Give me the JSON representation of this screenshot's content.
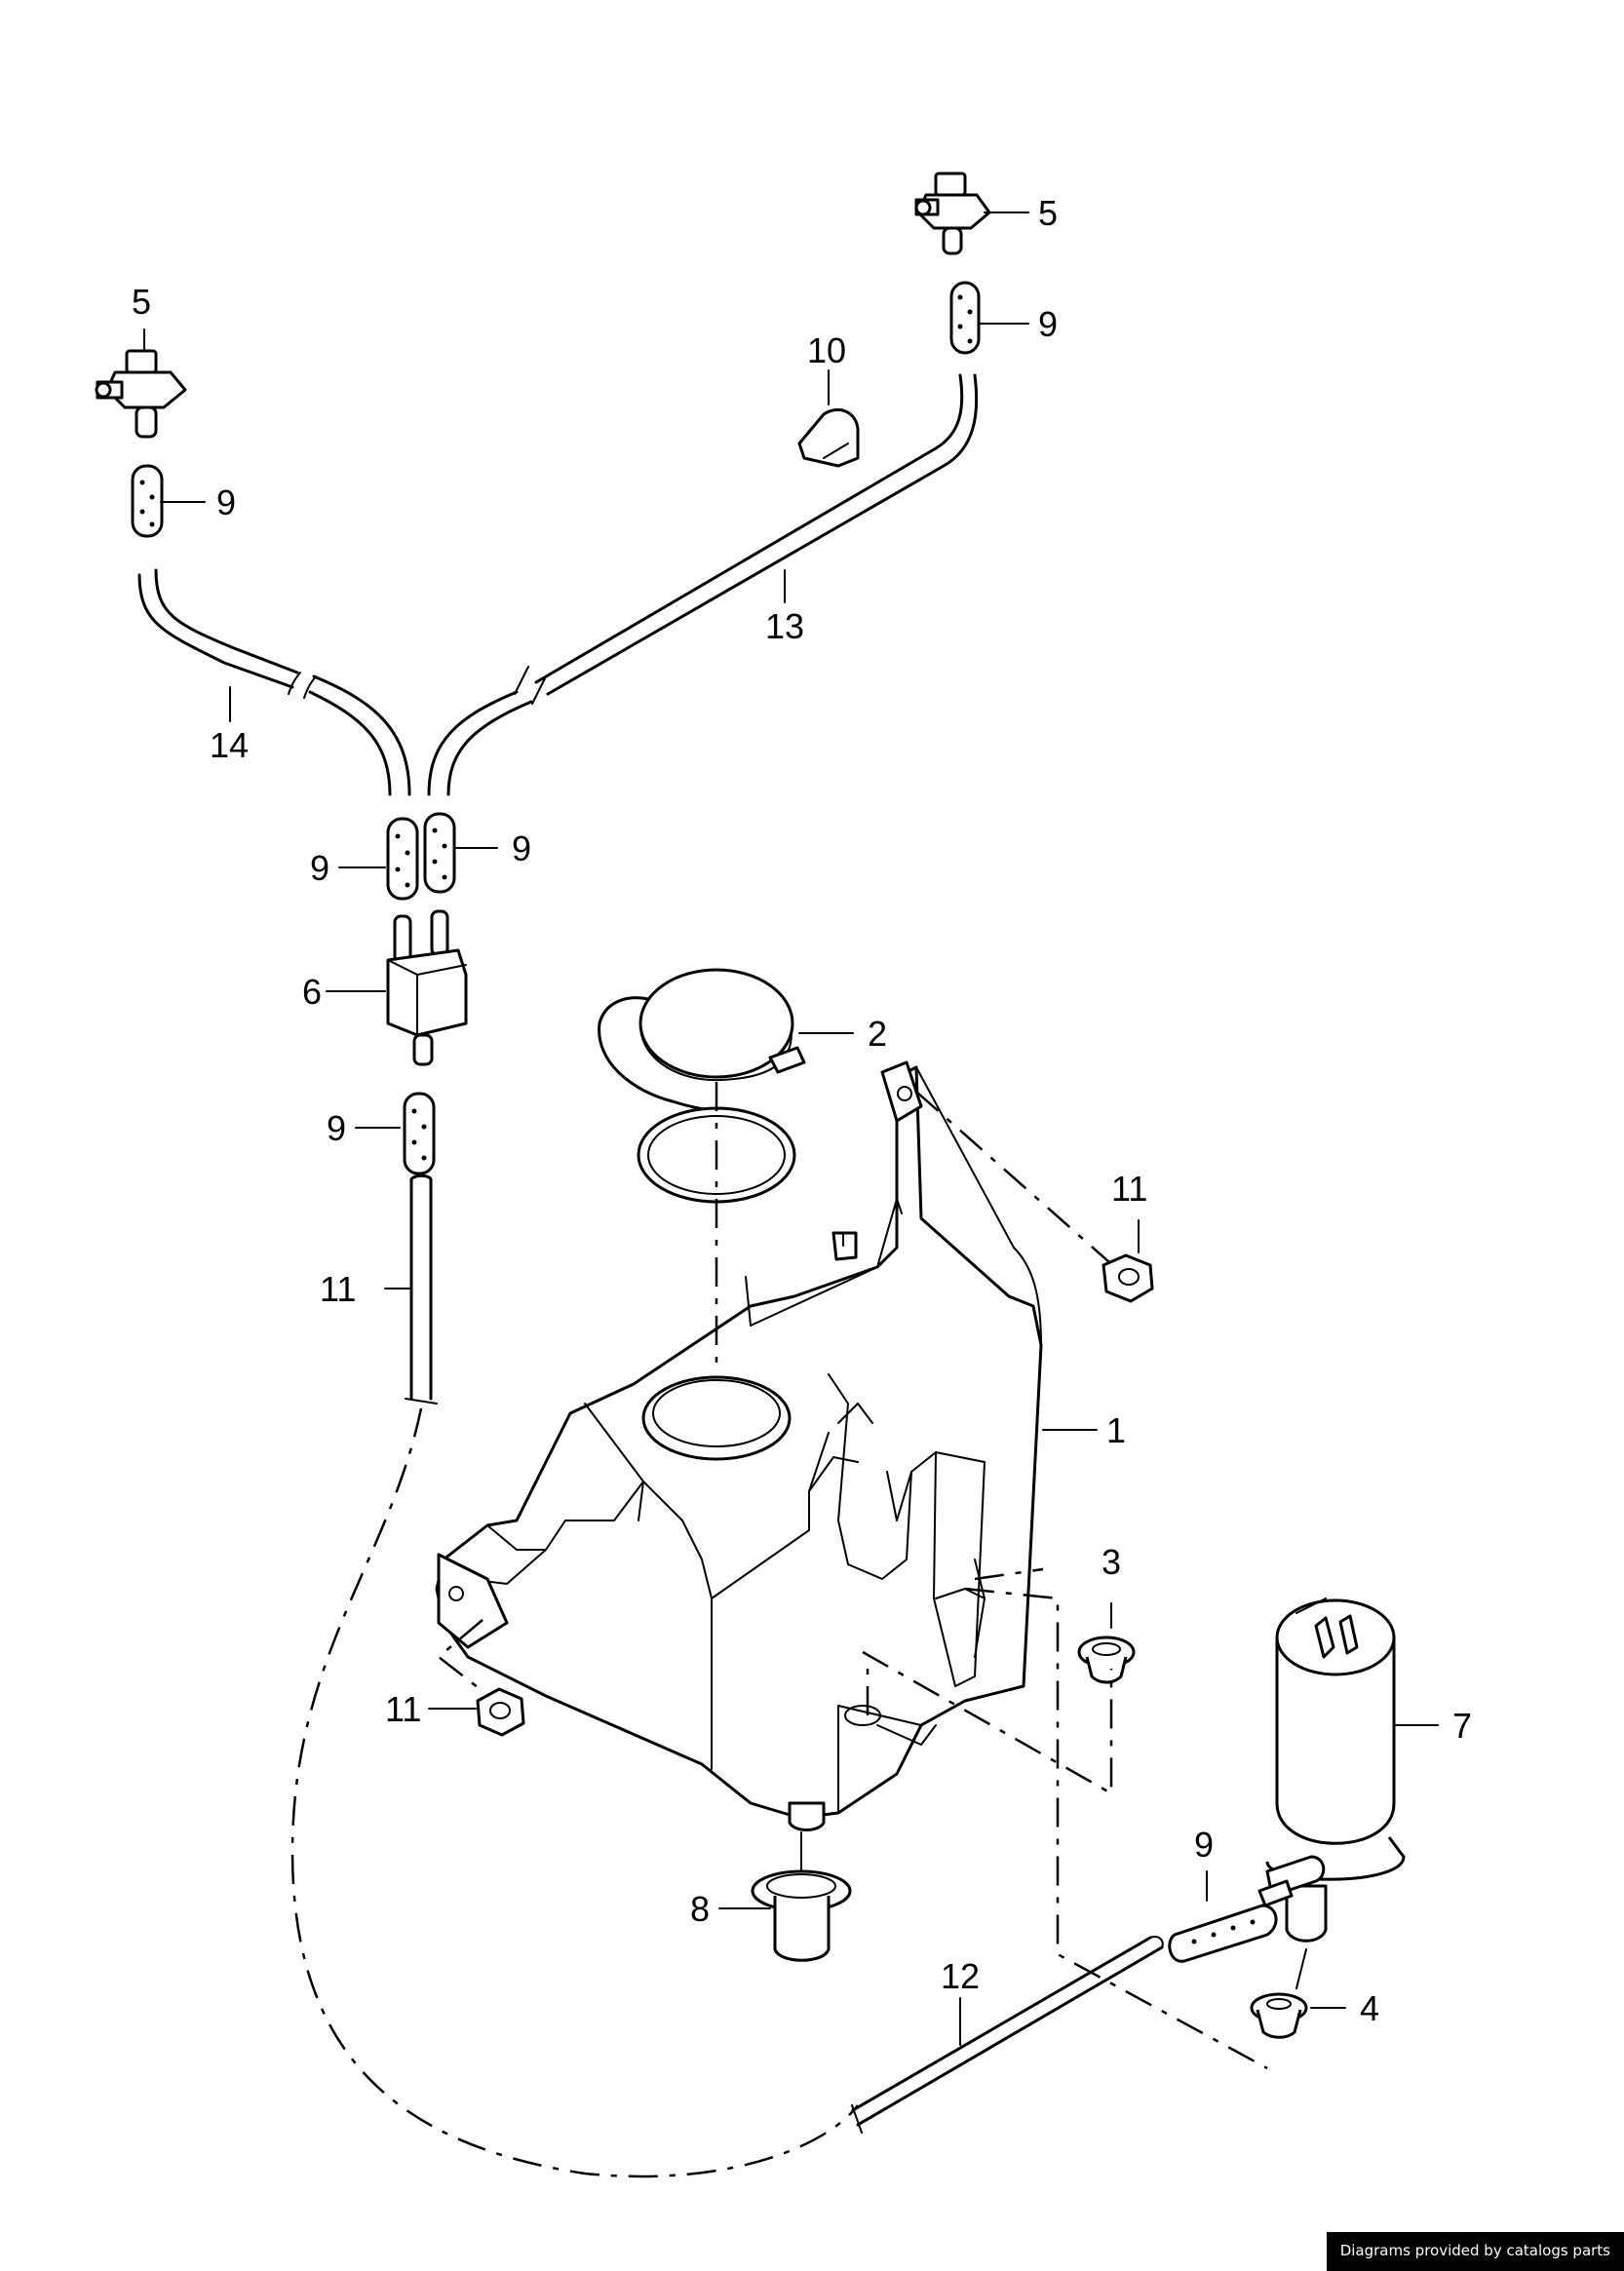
{
  "callouts": {
    "c1": "1",
    "c2": "2",
    "c3": "3",
    "c4": "4",
    "c5a": "5",
    "c5b": "5",
    "c6": "6",
    "c7": "7",
    "c8": "8",
    "c9a": "9",
    "c9b": "9",
    "c9c": "9",
    "c9d": "9",
    "c9e": "9",
    "c9f": "9",
    "c10": "10",
    "c11a": "11",
    "c11b": "11",
    "c11c": "11",
    "c12": "12",
    "c13": "13",
    "c14": "14"
  },
  "credit": "Diagrams provided by catalogs parts"
}
